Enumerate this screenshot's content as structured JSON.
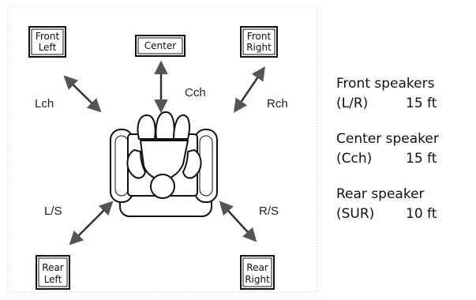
{
  "speakers": {
    "front_left": [
      "Front",
      "Left"
    ],
    "center": "Center",
    "front_right": [
      "Front",
      "Right"
    ],
    "rear_left": [
      "Rear",
      "Left"
    ],
    "rear_right": [
      "Rear",
      "Right"
    ]
  },
  "channels": {
    "cch": "Cch",
    "lch": "Lch",
    "rch": "Rch",
    "ls": "L/S",
    "rs": "R/S"
  },
  "legend": [
    {
      "title": "Front speakers",
      "code": "(L/R)",
      "distance": "15 ft"
    },
    {
      "title": "Center speaker",
      "code": "(Cch)",
      "distance": "15 ft"
    },
    {
      "title": "Rear speaker",
      "code": "(SUR)",
      "distance": "10 ft"
    }
  ],
  "colors": {
    "ink": "#111111",
    "arrow": "#333333",
    "arrowhead": "#555555",
    "border_dots": "#c8c8c8"
  }
}
